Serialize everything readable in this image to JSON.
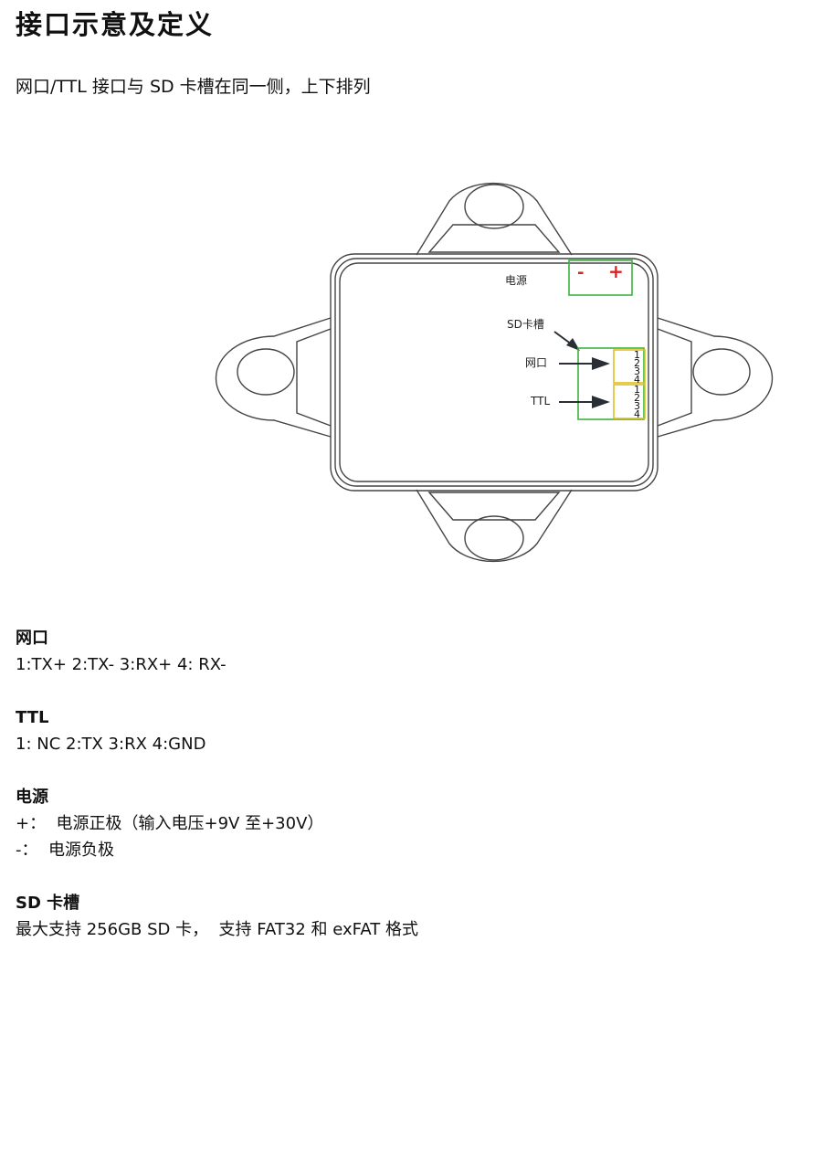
{
  "title": "接口示意及定义",
  "intro": "网口/TTL 接口与 SD 卡槽在同一侧，上下排列",
  "diagram": {
    "power_label": "电源",
    "minus": "-",
    "plus": "+",
    "sd_label": "SD卡槽",
    "eth_label": "网口",
    "ttl_label": "TTL",
    "pins": [
      "1",
      "2",
      "3",
      "4"
    ],
    "colors": {
      "outline": "#444444",
      "green": "#3cb43c",
      "yellow": "#e0c020",
      "red": "#e02020",
      "arrow": "#2a2f36"
    }
  },
  "sections": {
    "ethernet": {
      "heading": "网口",
      "lines": [
        "1:TX+ 2:TX- 3:RX+ 4: RX-"
      ]
    },
    "ttl": {
      "heading": "TTL",
      "lines": [
        "1: NC 2:TX 3:RX 4:GND"
      ]
    },
    "power": {
      "heading": "电源",
      "lines": [
        "+：  电源正极（输入电压+9V 至+30V）",
        "-：  电源负极"
      ]
    },
    "sd": {
      "heading": "SD 卡槽",
      "lines": [
        "最大支持 256GB SD 卡，  支持 FAT32 和 exFAT 格式"
      ]
    }
  }
}
